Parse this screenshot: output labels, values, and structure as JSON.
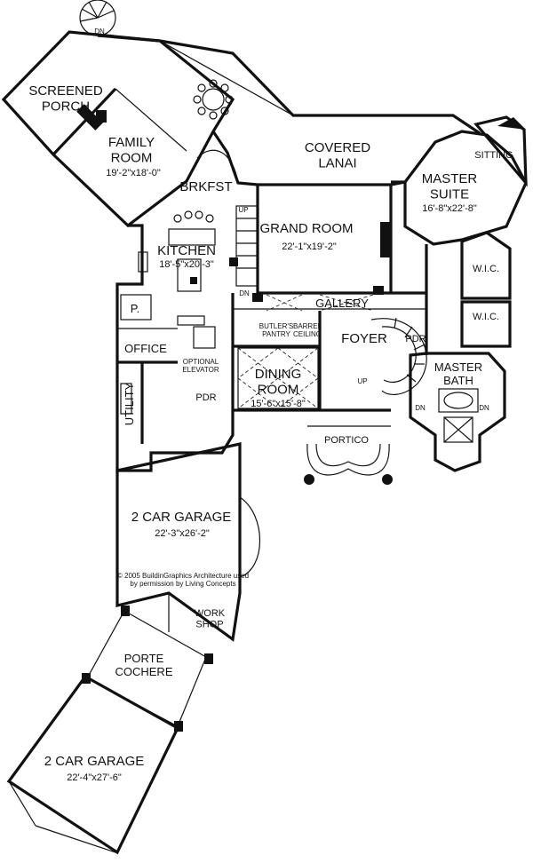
{
  "rooms": {
    "screened_porch": "SCREENED\nPORCH",
    "family_room": "FAMILY\nROOM",
    "family_room_dim": "19'-2\"x18'-0\"",
    "covered_lanai": "COVERED\nLANAI",
    "sitting": "SITTING",
    "master_suite": "MASTER\nSUITE",
    "master_suite_dim": "16'-8\"x22'-8\"",
    "brkfst": "BRKFST",
    "grand_room": "GRAND ROOM",
    "grand_room_dim": "22'-1\"x19'-2\"",
    "kitchen": "KITCHEN",
    "kitchen_dim": "18'-5\"x20'-3\"",
    "up1": "UP",
    "dn1": "DN",
    "pantry": "P.",
    "gallery": "GALLERY",
    "wic1": "W.I.C.",
    "wic2": "W.I.C.",
    "office": "OFFICE",
    "butlers_pantry": "BUTLER'S\nPANTRY",
    "barrel_ceiling": "BARREL\nCEILING",
    "foyer": "FOYER",
    "pdr_master": "PDR",
    "optional_elevator": "OPTIONAL\nELEVATOR",
    "dining_room": "DINING\nROOM",
    "dining_room_dim": "15'-6\"x15'-8\"",
    "up2": "UP",
    "master_bath": "MASTER\nBATH",
    "utility": "UTILITY",
    "pdr": "PDR",
    "dn_bath_left": "DN",
    "dn_bath_right": "DN",
    "portico": "PORTICO",
    "garage1": "2 CAR GARAGE",
    "garage1_dim": "22'-3\"x26'-2\"",
    "copyright": "© 2005 BuildinGraphics Architecture used\nby permission by Living Concepts",
    "workshop": "WORK\nSHOP",
    "porte_cochere": "PORTE\nCOCHERE",
    "garage2": "2 CAR GARAGE",
    "garage2_dim": "22'-4\"x27'-6\"",
    "dn_top": "DN"
  },
  "colors": {
    "wall": "#111111",
    "background": "#ffffff"
  }
}
